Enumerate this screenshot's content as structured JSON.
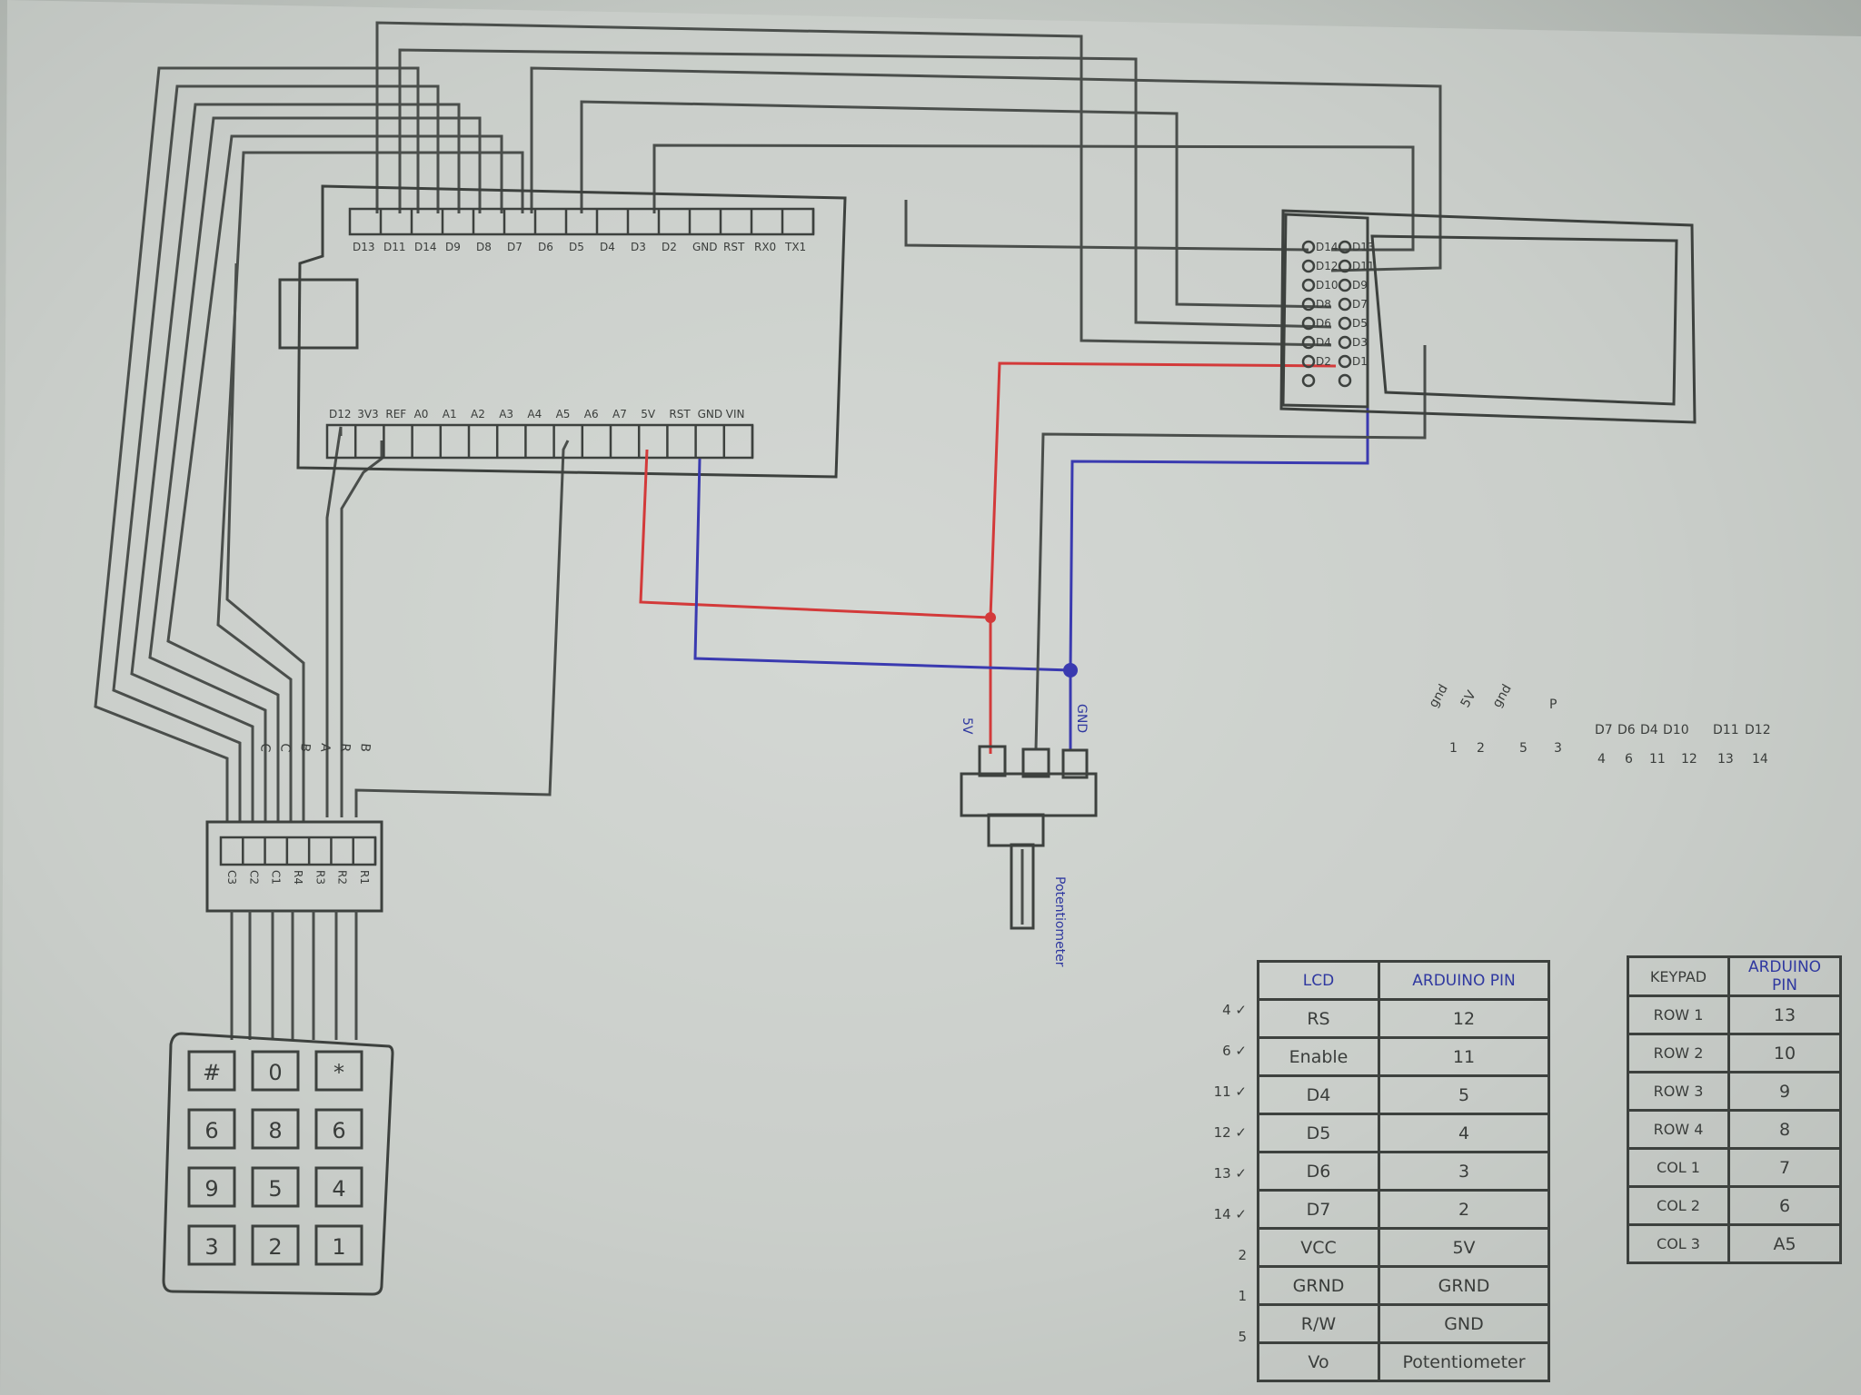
{
  "arduino": {
    "top_pins": [
      "D13",
      "D11",
      "D14",
      "D9",
      "D8",
      "D7",
      "D6",
      "D5",
      "D4",
      "D3",
      "D2",
      "GND",
      "RST",
      "RX0",
      "TX1"
    ],
    "bottom_pins": [
      "D12",
      "3V3",
      "REF",
      "A0",
      "A1",
      "A2",
      "A3",
      "A4",
      "A5",
      "A6",
      "A7",
      "5V",
      "RST",
      "GND",
      "VIN"
    ]
  },
  "lcd_pin_rows": [
    [
      "D14",
      "D13"
    ],
    [
      "D12",
      "D11"
    ],
    [
      "D10",
      "D9"
    ],
    [
      "D8",
      "D7"
    ],
    [
      "D6",
      "D5"
    ],
    [
      "D4",
      "D3"
    ],
    [
      "D2",
      "D1"
    ],
    [
      "",
      ""
    ]
  ],
  "wires": {
    "five_v_label": "5V",
    "gnd_label": "GND"
  },
  "potentiometer": {
    "label": "Potentiometer"
  },
  "keypad": {
    "connector_pins": [
      "C3",
      "C2",
      "C1",
      "R4",
      "R3",
      "R2",
      "R1"
    ],
    "wire_labels": [
      "C",
      "C",
      "B",
      "A",
      "R",
      "B"
    ],
    "keys": [
      [
        "#",
        "0",
        "*"
      ],
      [
        "6",
        "8",
        "6"
      ],
      [
        "9",
        "5",
        "4"
      ],
      [
        "3",
        "2",
        "1"
      ]
    ]
  },
  "pinout_legend": {
    "upper": [
      "gnd",
      "5V",
      "gnd",
      "P",
      "D7",
      "D6",
      "D4",
      "D10",
      "D11",
      "D12"
    ],
    "numbers": [
      "1",
      "2",
      "5",
      "3",
      "4",
      "6",
      "11",
      "12",
      "13",
      "14"
    ]
  },
  "lcd_table": {
    "headers": [
      "LCD",
      "ARDUINO PIN"
    ],
    "margin_notes": [
      "4 ✓",
      "6 ✓",
      "11 ✓",
      "12 ✓",
      "13 ✓",
      "14 ✓",
      "2",
      "1",
      "5",
      ""
    ],
    "rows": [
      [
        "RS",
        "12"
      ],
      [
        "Enable",
        "11"
      ],
      [
        "D4",
        "5"
      ],
      [
        "D5",
        "4"
      ],
      [
        "D6",
        "3"
      ],
      [
        "D7",
        "2"
      ],
      [
        "VCC",
        "5V"
      ],
      [
        "GRND",
        "GRND"
      ],
      [
        "R/W",
        "GND"
      ],
      [
        "Vo",
        "Potentiometer"
      ]
    ]
  },
  "keypad_table": {
    "headers": [
      "KEYPAD",
      "ARDUINO PIN"
    ],
    "rows": [
      [
        "ROW 1",
        "13"
      ],
      [
        "ROW 2",
        "10"
      ],
      [
        "ROW 3",
        "9"
      ],
      [
        "ROW 4",
        "8"
      ],
      [
        "COL 1",
        "7"
      ],
      [
        "COL 2",
        "6"
      ],
      [
        "COL 3",
        "A5"
      ]
    ]
  },
  "colors": {
    "red_wire": "#d33a3a",
    "blue_wire": "#3a3ab0",
    "pencil": "#4a4e4b",
    "paper": "#d2d6d2"
  }
}
